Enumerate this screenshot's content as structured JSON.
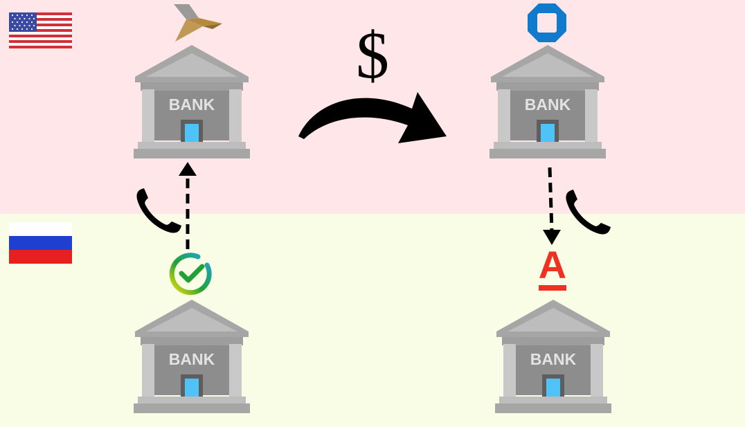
{
  "colors": {
    "top_region_background": "#ffe6e8",
    "bottom_region_background": "#f9fde6",
    "bank_body": "#8d8d8d",
    "bank_roof": "#a6a6a6",
    "bank_door": "#4fc3f7",
    "alfa_red": "#ef3124",
    "chase_blue": "#117aca"
  },
  "icons": {
    "us_flag": "us-flag-icon",
    "ru_flag": "russia-flag-icon",
    "bank": "bank-building-icon",
    "phone": "phone-handset-icon",
    "transfer": "curved-arrow-icon",
    "us_logo_1": "chevron-logo-icon",
    "us_logo_2": "chase-octagon-logo-icon",
    "ru_logo_1": "sber-check-logo-icon",
    "ru_logo_2": "alfa-a-logo-icon"
  },
  "banks": [
    {
      "label": "BANK"
    },
    {
      "label": "BANK"
    },
    {
      "label": "BANK"
    },
    {
      "label": "BANK"
    }
  ],
  "transfer": {
    "symbol": "$"
  },
  "logos": {
    "alfa_letter": "A"
  }
}
